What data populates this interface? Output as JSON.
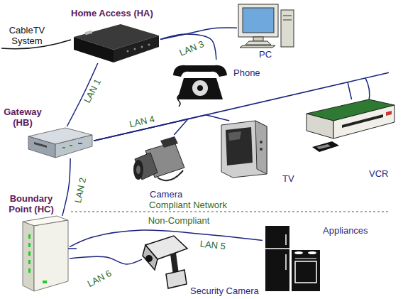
{
  "diagram": {
    "nodes": [
      {
        "text": [
          "Home Access (HA)"
        ]
      },
      {
        "text": [
          "PC"
        ]
      },
      {
        "text": [
          "Phone"
        ]
      },
      {
        "text": [
          "Gateway (HB)"
        ]
      },
      {
        "text": [
          "Camera"
        ]
      },
      {
        "text": [
          "TV"
        ]
      },
      {
        "text": [
          "VCR"
        ]
      },
      {
        "text": [
          "Boundary Point (HC)"
        ]
      },
      {
        "text": [
          "Appliances"
        ]
      },
      {
        "text": [
          "Security Camera"
        ]
      }
    ],
    "edges": [
      {
        "from": 0,
        "to": 3,
        "label": "LAN 1",
        "arrow": "none"
      },
      {
        "from": 3,
        "to": 7,
        "label": "LAN 2",
        "arrow": "none"
      },
      {
        "from": 0,
        "to": 1,
        "label": "LAN 3",
        "arrow": "none"
      },
      {
        "from": 0,
        "to": 2,
        "arrow": "none"
      },
      {
        "from": 3,
        "to": 4,
        "label": "LAN 4",
        "arrow": "none"
      },
      {
        "from": 3,
        "to": 5,
        "arrow": "none"
      },
      {
        "from": 3,
        "to": 6,
        "arrow": "none"
      },
      {
        "from": 7,
        "to": 8,
        "label": "LAN 5",
        "arrow": "none"
      },
      {
        "from": 7,
        "to": 9,
        "label": "LAN 6",
        "arrow": "none"
      }
    ],
    "labels": [
      "CableTV System",
      "Compliant Network",
      "Non-Compliant"
    ]
  }
}
